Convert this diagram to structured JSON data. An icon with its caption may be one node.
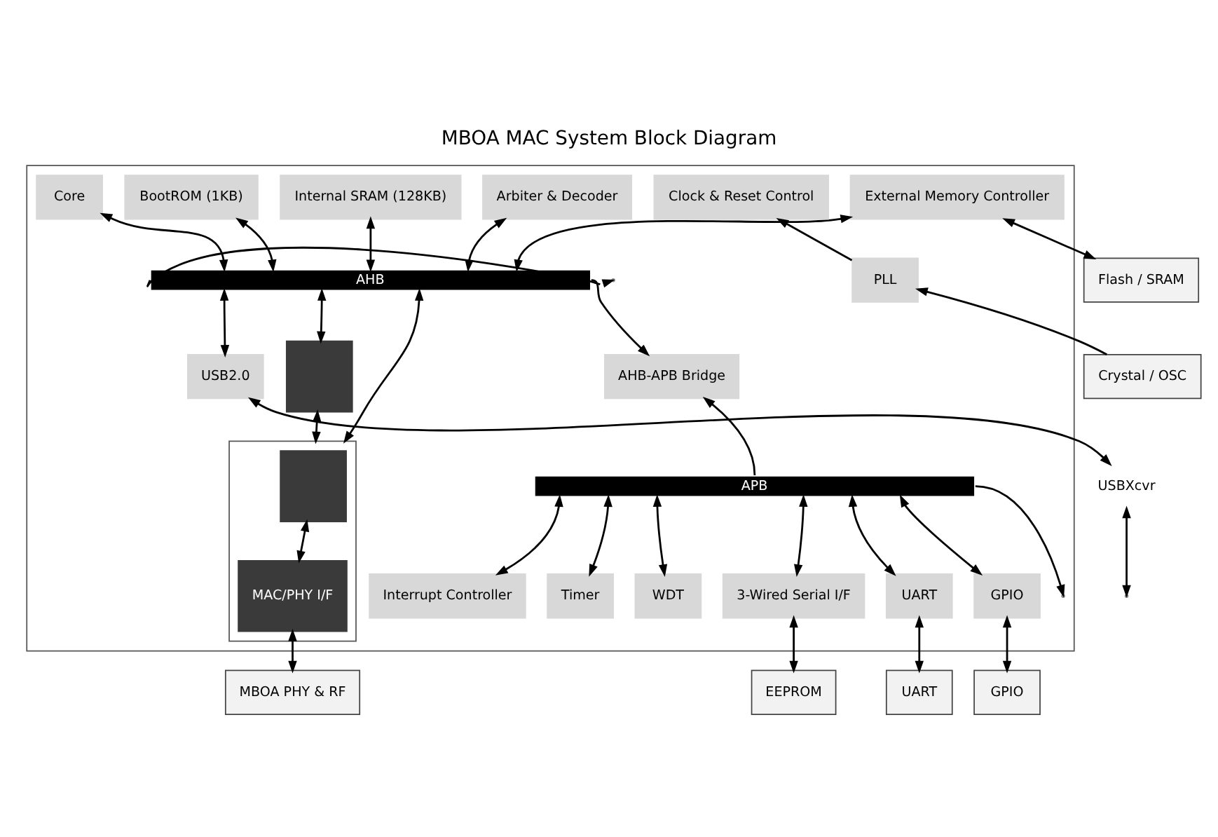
{
  "diagram": {
    "title": "MBOA MAC System Block Diagram",
    "nodes": [
      {
        "text": [],
        "shape": "box"
      },
      {
        "text": [
          "Core"
        ],
        "in": 0
      },
      {
        "text": [
          "BootROM (1KB)"
        ],
        "in": 0
      },
      {
        "text": [
          "Internal SRAM (128KB)"
        ],
        "in": 0
      },
      {
        "text": [
          "Arbiter & Decoder"
        ],
        "in": 0
      },
      {
        "text": [
          "External Memory Controller"
        ],
        "in": 0
      },
      {
        "text": [
          "Flash / SRAM"
        ]
      },
      {
        "text": [
          "AHB"
        ],
        "in": 0
      },
      {
        "text": [
          "AHB-APB Bridge"
        ],
        "in": 0
      },
      {
        "text": [],
        "shape": "box",
        "in": 0
      },
      {
        "text": [],
        "shape": "box",
        "in": 0
      },
      {
        "text": [],
        "shape": "box",
        "in": 10
      },
      {
        "text": [
          "MAC/PHY I/F"
        ],
        "in": 10
      },
      {
        "text": [
          "USB2.0"
        ],
        "in": 0
      },
      {
        "text": [
          "Clock & Reset Control"
        ],
        "in": 0
      },
      {
        "text": [
          "PLL"
        ],
        "in": 0
      },
      {
        "text": [
          "APB"
        ],
        "in": 0
      },
      {
        "text": [
          "Interrupt Controller"
        ],
        "in": 0
      },
      {
        "text": [
          "Timer"
        ],
        "in": 0
      },
      {
        "text": [
          "WDT"
        ],
        "in": 0
      },
      {
        "text": [
          "3-Wired Serial I/F"
        ],
        "in": 0
      },
      {
        "text": [
          "UART"
        ],
        "in": 0
      },
      {
        "text": [
          "GPIO"
        ],
        "in": 0
      },
      {
        "text": [
          "EEPROM"
        ]
      },
      {
        "text": [
          "UART"
        ]
      },
      {
        "text": [
          "GPIO"
        ]
      },
      {
        "text": [
          "Crystal / OSC"
        ]
      },
      {
        "text": [
          "MBOA PHY & RF"
        ]
      },
      {
        "text": [
          "USBXcvr"
        ]
      }
    ],
    "edges": [
      {
        "from": 1,
        "to": 7,
        "arrow": "both"
      },
      {
        "from": 2,
        "to": 7,
        "arrow": "both"
      },
      {
        "from": 3,
        "to": 7,
        "arrow": "both"
      },
      {
        "from": 4,
        "to": 7,
        "arrow": "both"
      },
      {
        "from": 5,
        "to": 7,
        "arrow": "both"
      },
      {
        "from": 5,
        "to": 6,
        "arrow": "both"
      },
      {
        "from": 7,
        "to": 8,
        "arrow": "to"
      },
      {
        "from": 7,
        "to": null,
        "arrow": "to"
      },
      {
        "from": 7,
        "to": 13,
        "arrow": "both"
      },
      {
        "from": 7,
        "to": 9,
        "arrow": "both"
      },
      {
        "from": 7,
        "to": 10,
        "arrow": "both"
      },
      {
        "from": 9,
        "to": 10,
        "arrow": "both"
      },
      {
        "from": 11,
        "to": 12,
        "arrow": "both"
      },
      {
        "from": 12,
        "to": 27,
        "arrow": "both"
      },
      {
        "from": 13,
        "to": 28,
        "arrow": "both"
      },
      {
        "from": 28,
        "to": null,
        "arrow": "both"
      },
      {
        "from": 26,
        "to": 15,
        "arrow": "to"
      },
      {
        "from": 15,
        "to": 14,
        "arrow": "to"
      },
      {
        "from": 16,
        "to": 8,
        "arrow": "to"
      },
      {
        "from": 16,
        "to": null,
        "arrow": "to"
      },
      {
        "from": 17,
        "to": 16,
        "arrow": "both"
      },
      {
        "from": 18,
        "to": 16,
        "arrow": "both"
      },
      {
        "from": 19,
        "to": 16,
        "arrow": "both"
      },
      {
        "from": 20,
        "to": 16,
        "arrow": "both"
      },
      {
        "from": 21,
        "to": 16,
        "arrow": "both"
      },
      {
        "from": 22,
        "to": 16,
        "arrow": "both"
      },
      {
        "from": 20,
        "to": 23,
        "arrow": "both"
      },
      {
        "from": 21,
        "to": 24,
        "arrow": "both"
      },
      {
        "from": 22,
        "to": 25,
        "arrow": "both"
      }
    ]
  }
}
